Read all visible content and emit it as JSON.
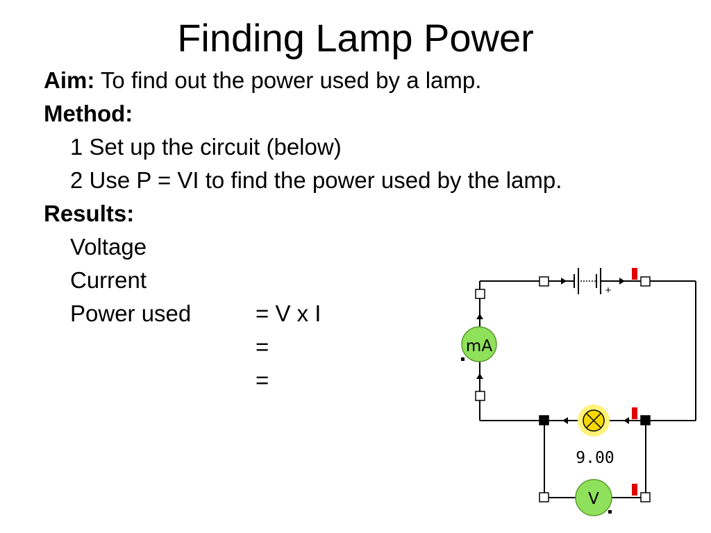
{
  "slide": {
    "title": "Finding Lamp Power",
    "aim_label": "Aim:",
    "aim_text": "To find out the power used by a lamp.",
    "method_label": "Method:",
    "method_steps": [
      "1 Set up the circuit (below)",
      "2 Use P = VI to find the power used by the lamp."
    ],
    "results_label": "Results:",
    "results": {
      "voltage_label": "Voltage",
      "current_label": "Current",
      "power_label": "Power used",
      "eq1": "= V x I",
      "eq2": "=",
      "eq3": "="
    }
  },
  "circuit": {
    "ammeter_label": "mA",
    "voltmeter_label": "V",
    "voltage_reading": "9.00",
    "battery_sign": "+",
    "colors": {
      "meter_fill": "#8fe05a",
      "lamp_glow": "#fff27a",
      "lamp_fill": "#f4d800",
      "marker": "#e00000"
    }
  }
}
